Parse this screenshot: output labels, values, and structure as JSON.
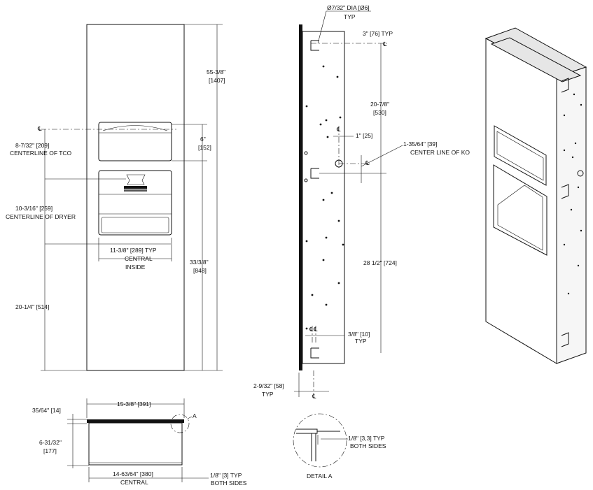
{
  "front": {
    "total_height": "55-3/8\"",
    "total_height_mm": "[1407]",
    "tco_gap": "6\"",
    "tco_gap_mm": "[152]",
    "tco_centerline_dim": "8-7/32\" [209]",
    "tco_centerline_label": "CENTERLINE OF TCO",
    "dryer_centerline_dim": "10-3/16\" [259]",
    "dryer_centerline_label": "CENTERLINE OF DRYER",
    "inside_width": "11-3/8\" [289] TYP",
    "inside_label_1": "CENTRAL",
    "inside_label_2": "INSIDE",
    "lower_height": "33/3/8\"",
    "lower_height_mm": "[848]",
    "bottom_height": "20-1/4\" [514]",
    "centerline_symbol": "℄"
  },
  "side": {
    "hole_dia": "Ø7/32\" DIA [Ø6]",
    "hole_typ": "TYP",
    "top_offset": "3\" [76] TYP",
    "upper_span": "20-7/8\"",
    "upper_span_mm": "[530]",
    "ko_offset": "1\" [25]",
    "ko_dim": "1-35/64\" [39]",
    "ko_label": "CENTER LINE OF KO",
    "lower_span": "28 1/2\" [724]",
    "bottom_offset": "3/8\" [10]",
    "bottom_typ": "TYP",
    "depth": "2-9/32\" [58]",
    "depth_typ": "TYP",
    "centerline_symbol": "℄"
  },
  "top_view": {
    "width": "15-3/8\" [391]",
    "flange": "35/64\" [14]",
    "depth": "6-31/32\"",
    "depth_mm": "[177]",
    "central_width": "14-63/64\" [380]",
    "central_label": "CENTRAL",
    "gap": "1/8\" [3] TYP",
    "gap_label": "BOTH SIDES",
    "detail_ref": "A"
  },
  "detail": {
    "gap": "1/8\" [3,3] TYP",
    "gap_label": "BOTH SIDES",
    "title": "DETAIL A"
  }
}
